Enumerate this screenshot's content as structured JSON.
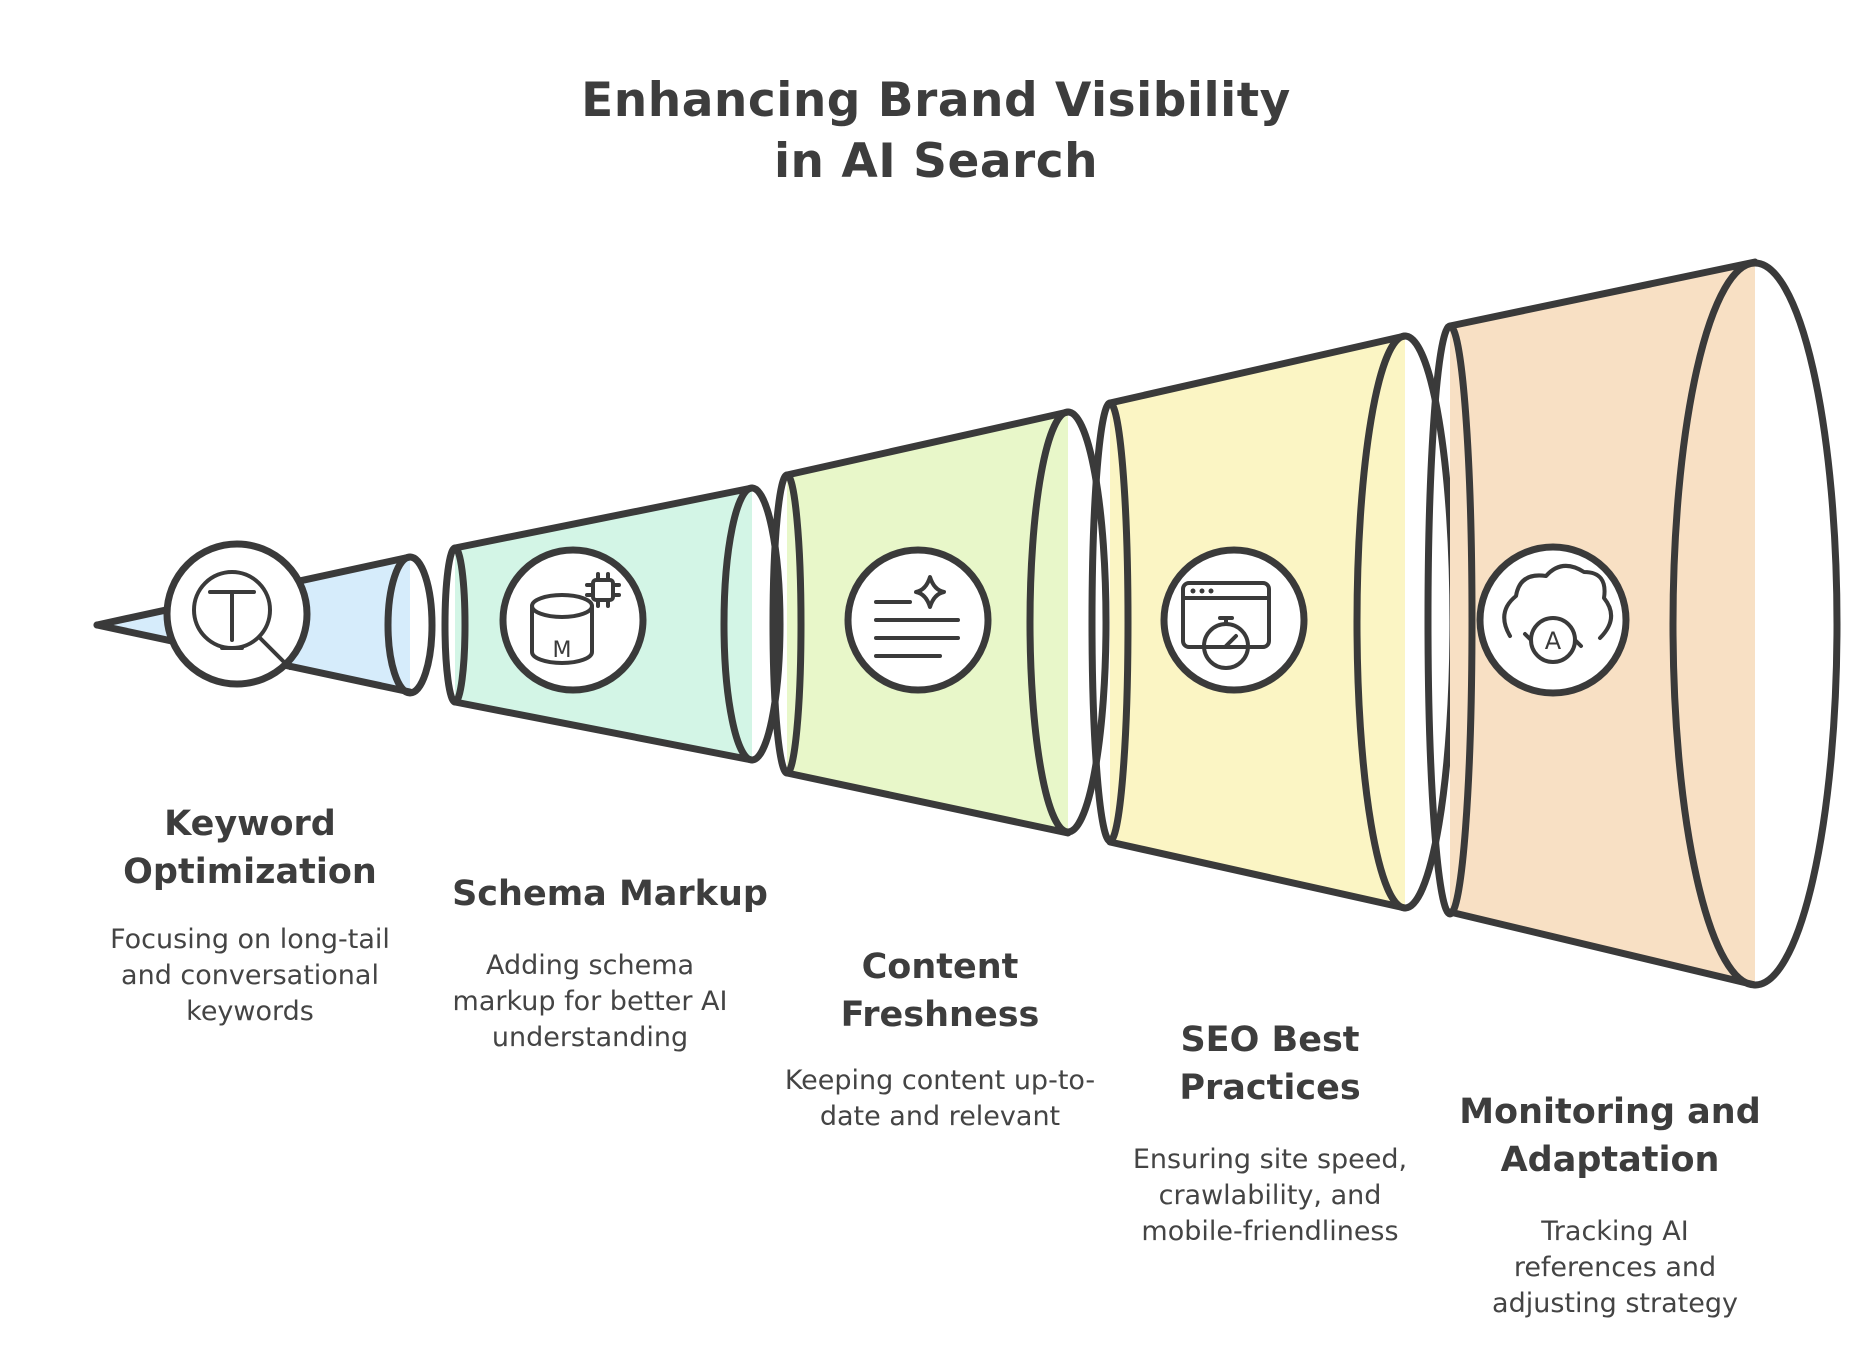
{
  "title": {
    "line1": "Enhancing Brand Visibility",
    "line2": "in AI Search"
  },
  "stages": [
    {
      "label": "Keyword Optimization",
      "description": "Focusing on long-tail and conversational keywords",
      "icon": "keyword-search-icon",
      "fill": "#d6ecfb"
    },
    {
      "label": "Schema Markup",
      "description": "Adding schema markup for better AI understanding",
      "icon": "database-markup-icon",
      "icon_letter": "M",
      "fill": "#d3f5e6"
    },
    {
      "label": "Content Freshness",
      "description": "Keeping content up-to-date and relevant",
      "icon": "document-sparkle-icon",
      "fill": "#e8f7c9"
    },
    {
      "label": "SEO Best Practices",
      "description": "Ensuring site speed, crawlability, and mobile-friendliness",
      "icon": "browser-stopwatch-icon",
      "fill": "#fbf5c4"
    },
    {
      "label": "Monitoring and Adaptation",
      "description": "Tracking AI references and adjusting strategy",
      "icon": "cloud-ai-cycle-icon",
      "icon_letter": "A",
      "fill": "#f8e0c4"
    }
  ]
}
